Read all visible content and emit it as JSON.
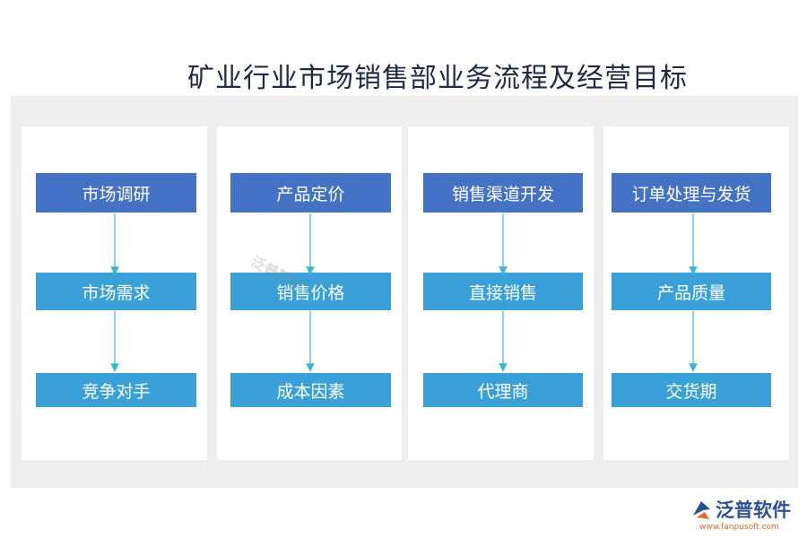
{
  "title": "矿业行业市场销售部业务流程及经营目标",
  "columns": [
    {
      "steps": [
        "市场调研",
        "市场需求",
        "竞争对手"
      ]
    },
    {
      "steps": [
        "产品定价",
        "销售价格",
        "成本因素"
      ]
    },
    {
      "steps": [
        "销售渠道开发",
        "直接销售",
        "代理商"
      ]
    },
    {
      "steps": [
        "订单处理与发货",
        "产品质量",
        "交货期"
      ]
    }
  ],
  "watermark": "泛普软件",
  "logo": {
    "name": "泛普软件",
    "url": "www.fanpusoft.com"
  },
  "colors": {
    "top_box": "#4472c4",
    "sub_box": "#3aa0d8",
    "arrow": "#3ab7d8",
    "panel": "#eeeeee"
  }
}
